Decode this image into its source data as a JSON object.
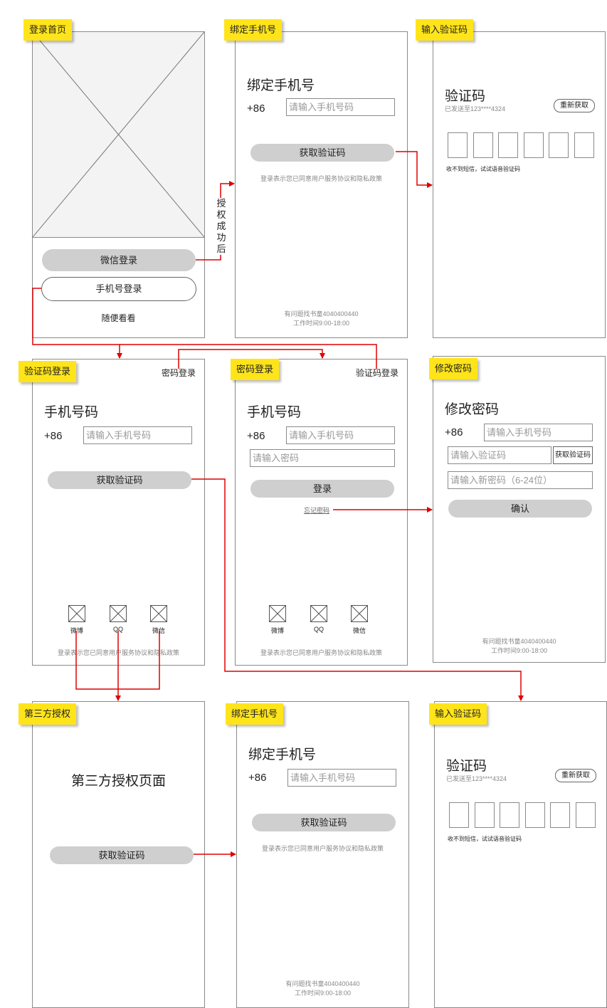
{
  "common": {
    "country_code": "+86",
    "phone_placeholder": "请输入手机号码",
    "get_code": "获取验证码",
    "agreement": "登录表示您已同意用户服务协议和隐私政策",
    "help_phone": "有问题找书童4040400440",
    "work_hours": "工作时间9:00-18:00",
    "code_title": "验证码",
    "code_sent": "已发送至123****4324",
    "resend": "重新获取",
    "no_sms": "收不到短信，试试语音验证码"
  },
  "screens": {
    "login_home": {
      "tag": "登录首页",
      "wechat_login": "微信登录",
      "phone_login": "手机号登录",
      "browse": "随便看看"
    },
    "bind_phone_1": {
      "tag": "绑定手机号",
      "title": "绑定手机号"
    },
    "verify_code_1": {
      "tag": "输入验证码"
    },
    "code_login": {
      "tag": "验证码登录",
      "switch_link": "密码登录",
      "title": "手机号码",
      "social": [
        "微博",
        "QQ",
        "微信"
      ]
    },
    "password_login": {
      "tag": "密码登录",
      "switch_link": "验证码登录",
      "title": "手机号码",
      "password_placeholder": "请输入密码",
      "login_button": "登录",
      "forgot": "忘记密码",
      "social": [
        "微博",
        "QQ",
        "微信"
      ]
    },
    "change_password": {
      "tag": "修改密码",
      "title": "修改密码",
      "code_placeholder": "请输入验证码",
      "get_code_small": "获取验证码",
      "new_password_placeholder": "请输入新密码（6-24位）",
      "confirm": "确认"
    },
    "third_party": {
      "tag": "第三方授权",
      "title": "第三方授权页面"
    },
    "bind_phone_2": {
      "tag": "绑定手机号",
      "title": "绑定手机号"
    },
    "verify_code_2": {
      "tag": "输入验证码"
    }
  },
  "flow": {
    "auth_success_label": "授权成功后",
    "arrow_color": "#e00000"
  }
}
